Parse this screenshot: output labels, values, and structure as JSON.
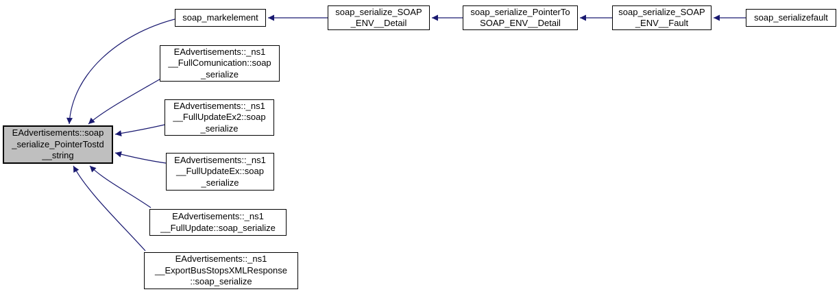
{
  "diagram": {
    "type": "doxygen-caller-graph",
    "colors": {
      "edge": "#191970",
      "border": "#000000",
      "node_fill": "#ffffff",
      "highlight_fill": "#bfbfbf",
      "background": "#ffffff"
    },
    "nodes": [
      {
        "id": "main",
        "label": "EAdvertisements::soap\n_serialize_PointerTostd\n__string",
        "highlighted": true
      },
      {
        "id": "soap_markelement",
        "label": "soap_markelement",
        "highlighted": false
      },
      {
        "id": "soap_serialize_SOAP_ENV__Detail",
        "label": "soap_serialize_SOAP\n_ENV__Detail",
        "highlighted": false
      },
      {
        "id": "soap_serialize_PointerToSOAP_ENV__Detail",
        "label": "soap_serialize_PointerTo\nSOAP_ENV__Detail",
        "highlighted": false
      },
      {
        "id": "soap_serialize_SOAP_ENV__Fault",
        "label": "soap_serialize_SOAP\n_ENV__Fault",
        "highlighted": false
      },
      {
        "id": "soap_serializefault",
        "label": "soap_serializefault",
        "highlighted": false
      },
      {
        "id": "full_comunication_soap_serialize",
        "label": "EAdvertisements::_ns1\n__FullComunication::soap\n_serialize",
        "highlighted": false
      },
      {
        "id": "full_update_ex2_soap_serialize",
        "label": "EAdvertisements::_ns1\n__FullUpdateEx2::soap\n_serialize",
        "highlighted": false
      },
      {
        "id": "full_update_ex_soap_serialize",
        "label": "EAdvertisements::_ns1\n__FullUpdateEx::soap\n_serialize",
        "highlighted": false
      },
      {
        "id": "full_update_soap_serialize",
        "label": "EAdvertisements::_ns1\n__FullUpdate::soap_serialize",
        "highlighted": false
      },
      {
        "id": "export_bus_stops_xml_response_soap_serialize",
        "label": "EAdvertisements::_ns1\n__ExportBusStopsXMLResponse\n::soap_serialize",
        "highlighted": false
      }
    ],
    "edges": [
      {
        "from": "soap_serialize_SOAP_ENV__Detail",
        "to": "soap_markelement"
      },
      {
        "from": "soap_serialize_PointerToSOAP_ENV__Detail",
        "to": "soap_serialize_SOAP_ENV__Detail"
      },
      {
        "from": "soap_serialize_SOAP_ENV__Fault",
        "to": "soap_serialize_PointerToSOAP_ENV__Detail"
      },
      {
        "from": "soap_serializefault",
        "to": "soap_serialize_SOAP_ENV__Fault"
      },
      {
        "from": "soap_markelement",
        "to": "main"
      },
      {
        "from": "full_comunication_soap_serialize",
        "to": "main"
      },
      {
        "from": "full_update_ex2_soap_serialize",
        "to": "main"
      },
      {
        "from": "full_update_ex_soap_serialize",
        "to": "main"
      },
      {
        "from": "full_update_soap_serialize",
        "to": "main"
      },
      {
        "from": "export_bus_stops_xml_response_soap_serialize",
        "to": "main"
      }
    ]
  }
}
